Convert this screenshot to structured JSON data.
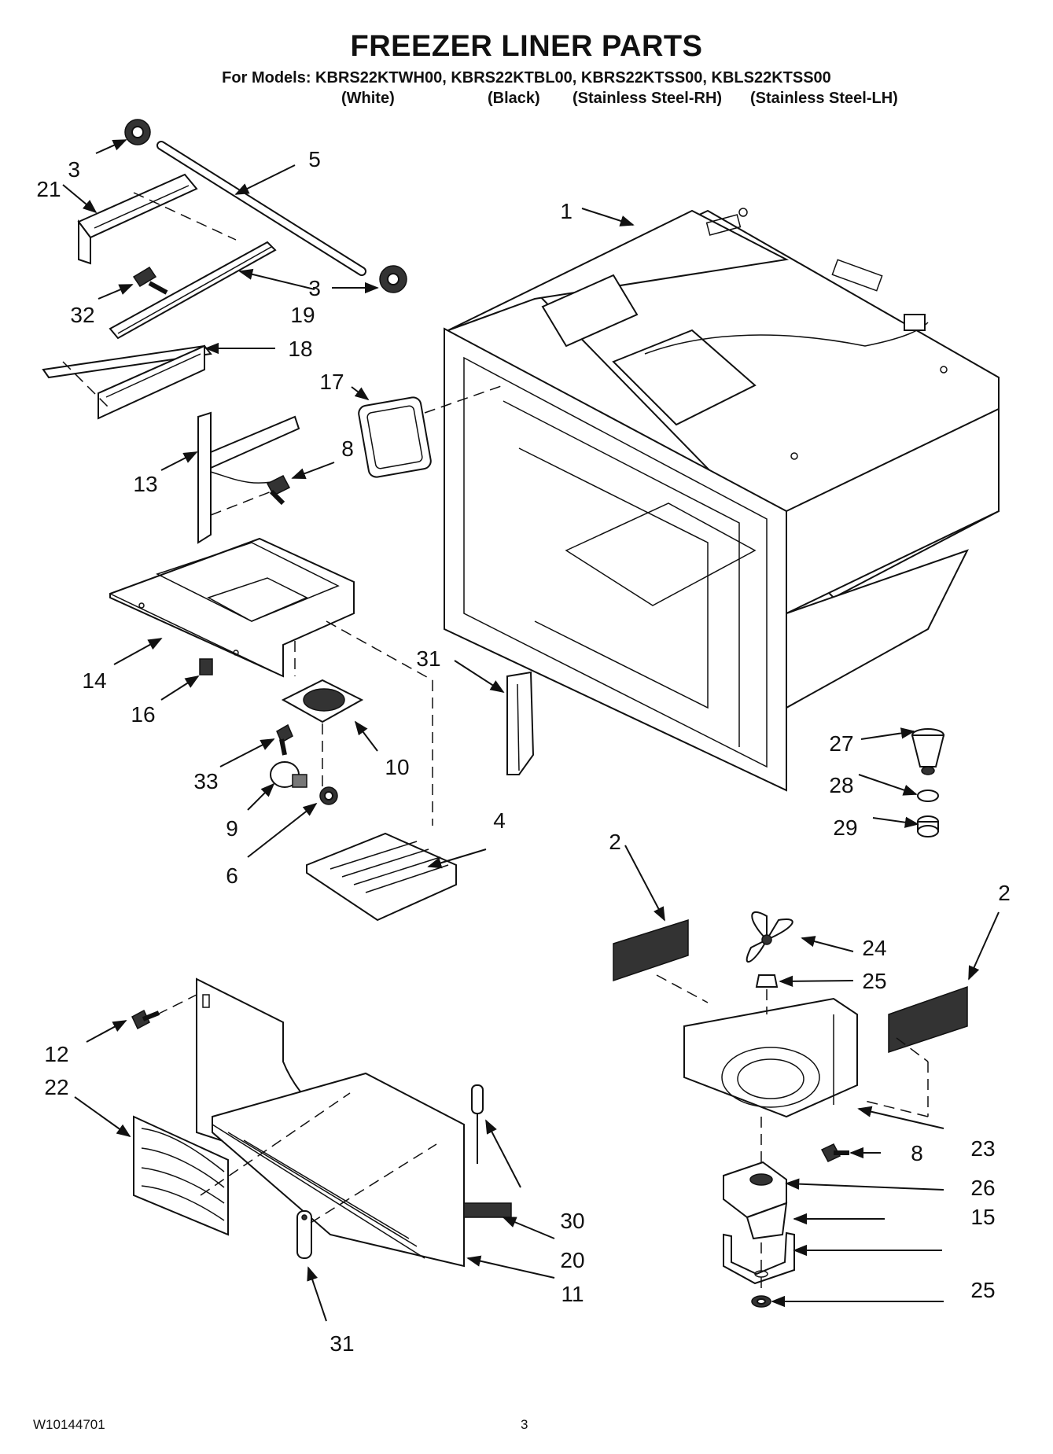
{
  "header": {
    "title": "FREEZER LINER PARTS",
    "models_line": "For Models: KBRS22KTWH00, KBRS22KTBL00, KBRS22KTSS00, KBLS22KTSS00",
    "variants": [
      "(White)",
      "(Black)",
      "(Stainless Steel-RH)",
      "(Stainless Steel-LH)"
    ]
  },
  "footer": {
    "doc_number": "W10144701",
    "page_number": "3"
  },
  "callouts": [
    {
      "id": "c1",
      "label": "1"
    },
    {
      "id": "c2a",
      "label": "2"
    },
    {
      "id": "c2b",
      "label": "2"
    },
    {
      "id": "c3a",
      "label": "3"
    },
    {
      "id": "c3b",
      "label": "3"
    },
    {
      "id": "c4",
      "label": "4"
    },
    {
      "id": "c5",
      "label": "5"
    },
    {
      "id": "c6",
      "label": "6"
    },
    {
      "id": "c8a",
      "label": "8"
    },
    {
      "id": "c8b",
      "label": "8"
    },
    {
      "id": "c9",
      "label": "9"
    },
    {
      "id": "c10",
      "label": "10"
    },
    {
      "id": "c11",
      "label": "11"
    },
    {
      "id": "c12",
      "label": "12"
    },
    {
      "id": "c13",
      "label": "13"
    },
    {
      "id": "c14",
      "label": "14"
    },
    {
      "id": "c15",
      "label": "15"
    },
    {
      "id": "c16",
      "label": "16"
    },
    {
      "id": "c17",
      "label": "17"
    },
    {
      "id": "c18",
      "label": "18"
    },
    {
      "id": "c19",
      "label": "19"
    },
    {
      "id": "c20",
      "label": "20"
    },
    {
      "id": "c21",
      "label": "21"
    },
    {
      "id": "c22",
      "label": "22"
    },
    {
      "id": "c23",
      "label": "23"
    },
    {
      "id": "c24",
      "label": "24"
    },
    {
      "id": "c25a",
      "label": "25"
    },
    {
      "id": "c25b",
      "label": "25"
    },
    {
      "id": "c26",
      "label": "26"
    },
    {
      "id": "c27",
      "label": "27"
    },
    {
      "id": "c28",
      "label": "28"
    },
    {
      "id": "c29",
      "label": "29"
    },
    {
      "id": "c30",
      "label": "30"
    },
    {
      "id": "c31a",
      "label": "31"
    },
    {
      "id": "c31b",
      "label": "31"
    },
    {
      "id": "c32",
      "label": "32"
    },
    {
      "id": "c33",
      "label": "33"
    }
  ]
}
